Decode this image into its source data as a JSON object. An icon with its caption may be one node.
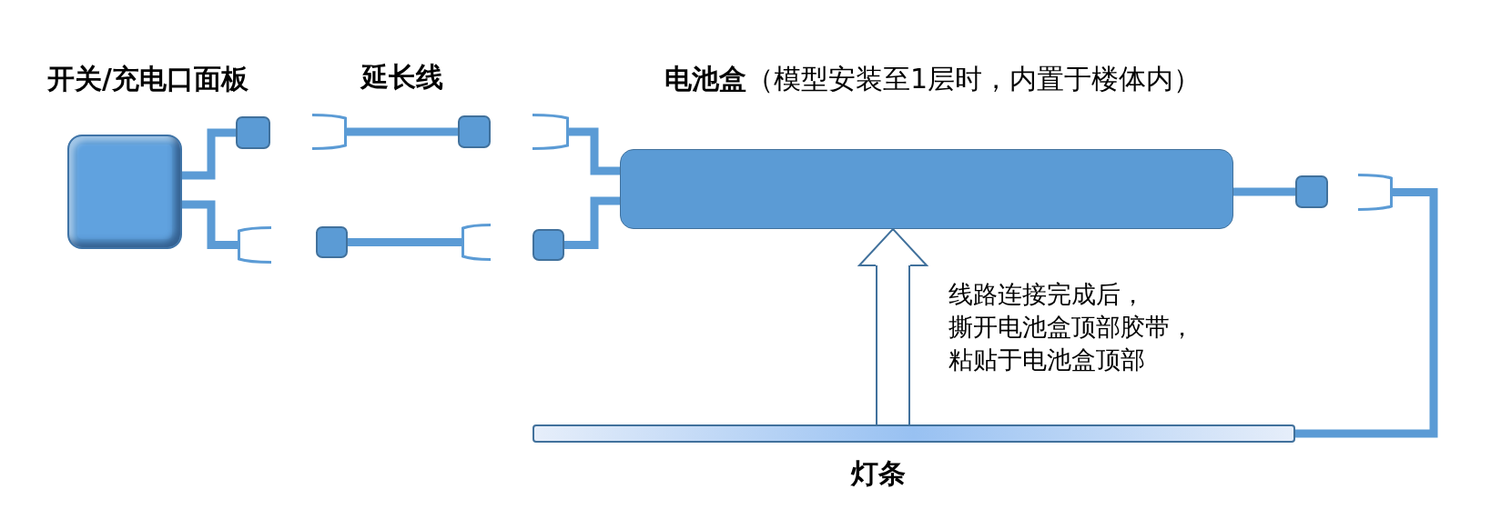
{
  "diagram": {
    "nodes": [
      {
        "text": [
          "开关/充电口面板"
        ]
      },
      {
        "text": [],
        "shape": "box"
      },
      {
        "text": [],
        "shape": "bracket"
      },
      {
        "text": [],
        "shape": "bracket"
      },
      {
        "text": [],
        "shape": "box"
      },
      {
        "text": [],
        "shape": "box"
      },
      {
        "text": [],
        "shape": "bracket"
      },
      {
        "text": [
          "电池盒",
          "（模型安装至1层时，内置于楼体内）"
        ]
      },
      {
        "text": [],
        "shape": "bracket"
      },
      {
        "text": [],
        "shape": "box"
      },
      {
        "text": [],
        "shape": "box"
      },
      {
        "text": [],
        "shape": "bracket"
      },
      {
        "text": [
          "灯条"
        ]
      }
    ],
    "edges": [
      {
        "from": 0,
        "to": 1,
        "arrow": "none"
      },
      {
        "from": 0,
        "to": 2,
        "arrow": "none"
      },
      {
        "from": 3,
        "to": 4,
        "arrow": "none"
      },
      {
        "from": 5,
        "to": 6,
        "arrow": "none"
      },
      {
        "from": 7,
        "to": 8,
        "arrow": "none"
      },
      {
        "from": 7,
        "to": 9,
        "arrow": "none"
      },
      {
        "from": 7,
        "to": 10,
        "arrow": "none"
      },
      {
        "from": 12,
        "to": 11,
        "arrow": "none"
      },
      {
        "from": 12,
        "to": 7,
        "arrow": "to",
        "label": "线路连接完成后，撕开电池盒顶部胶带，粘贴于电池盒顶部",
        "style": "thick",
        "color": "#41719c"
      }
    ],
    "labels": [
      "延长线"
    ]
  }
}
